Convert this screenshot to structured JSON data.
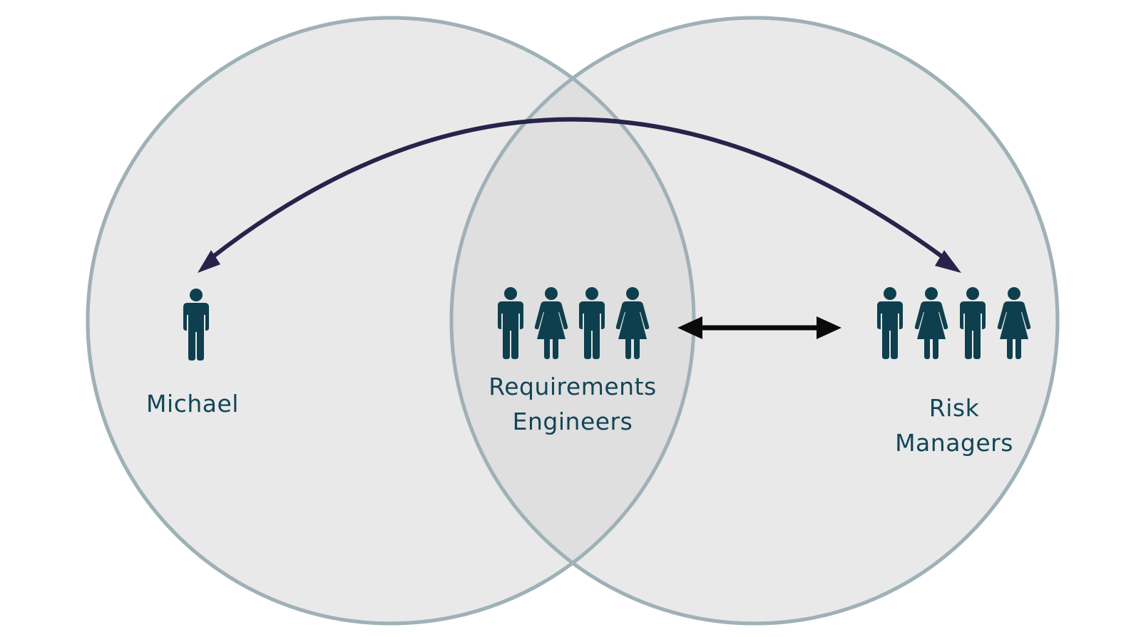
{
  "colors": {
    "background": "#ffffff",
    "circle_fill": "#e9e9ea",
    "circle_stroke": "#9fb1b7",
    "overlap_fill": "#dfdfe0",
    "person_icon": "#0e3f4e",
    "label_text": "#124556",
    "curved_arrow": "#27234a",
    "straight_arrow": "#0b0b0b"
  },
  "groups": {
    "michael": {
      "label": "Michael",
      "icons": [
        "person-male-icon"
      ]
    },
    "requirements_engineers": {
      "label_line1": "Requirements",
      "label_line2": "Engineers",
      "icons": [
        "person-male-icon",
        "person-female-icon",
        "person-male-icon",
        "person-female-icon"
      ]
    },
    "risk_managers": {
      "label_line1": "Risk",
      "label_line2": "Managers",
      "icons": [
        "person-male-icon",
        "person-female-icon",
        "person-male-icon",
        "person-female-icon"
      ]
    }
  },
  "connections": [
    {
      "from": "michael",
      "to": "risk_managers",
      "style": "curved",
      "direction": "both"
    },
    {
      "from": "requirements_engineers",
      "to": "risk_managers",
      "style": "straight",
      "direction": "both"
    }
  ]
}
